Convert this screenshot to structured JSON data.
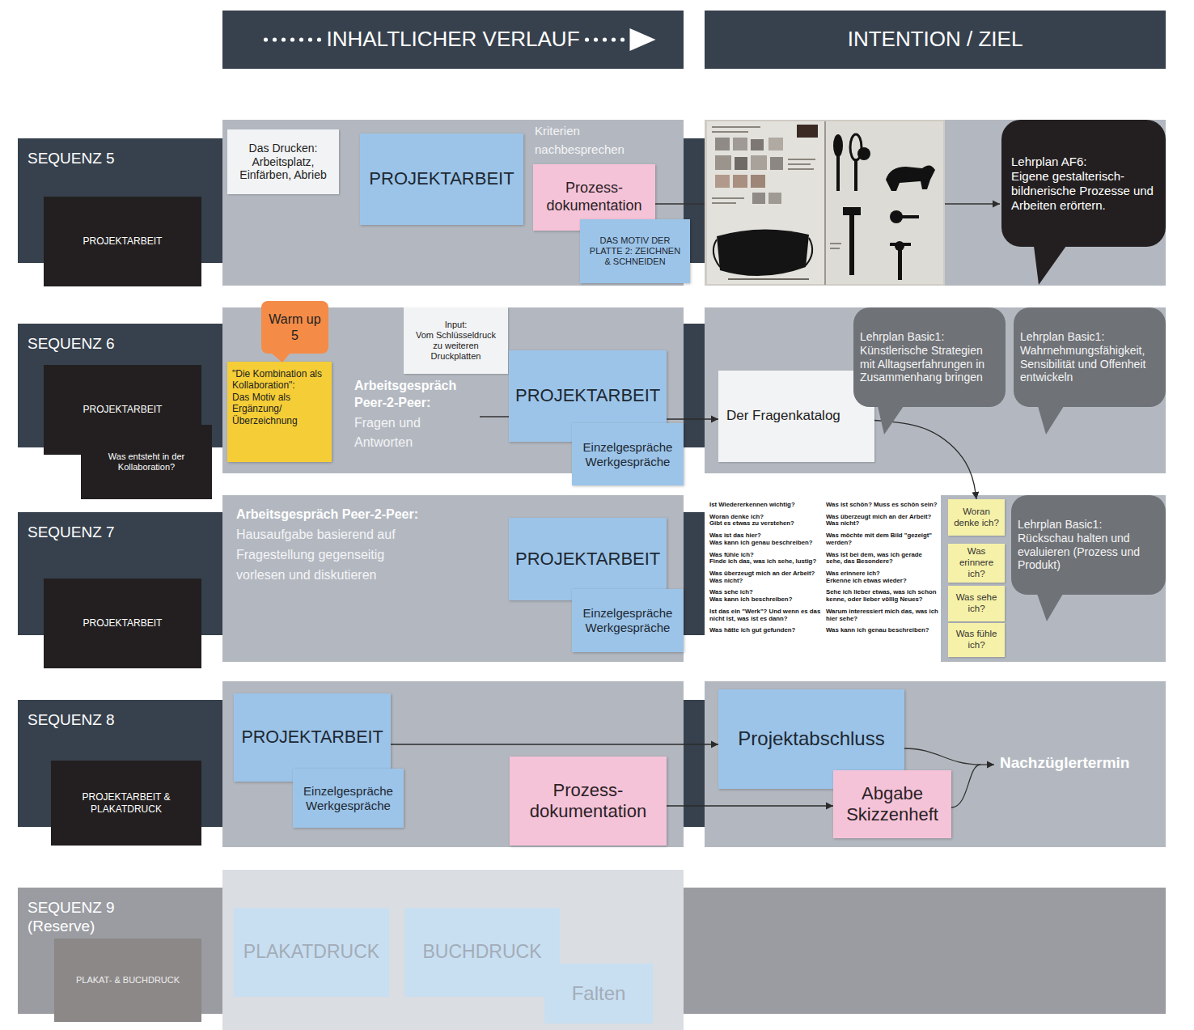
{
  "diagram": {
    "nodes": [
      {
        "text": [
          "INHALTLICHER VERLAUF"
        ]
      },
      {
        "text": [
          "INTENTION / ZIEL"
        ]
      },
      {
        "text": [
          "SEQUENZ 5"
        ]
      },
      {
        "text": [
          "PROJEKTARBEIT"
        ]
      },
      {
        "text": [
          "Das Drucken:",
          "Arbeitsplatz, Einfärben, Abrieb"
        ]
      },
      {
        "text": [
          "PROJEKTARBEIT"
        ]
      },
      {
        "text": [
          "Prozess- dokumentation"
        ]
      },
      {
        "text": [
          "DAS MOTIV DER PLATTE 2: ZEICHNEN & SCHNEIDEN"
        ]
      },
      {
        "text": [
          "Lehrplan AF6:",
          "Eigene gestalterisch- bildnerische Prozesse und Arbeiten erörtern."
        ]
      },
      {
        "text": [
          "SEQUENZ 6"
        ]
      },
      {
        "text": [
          "PROJEKTARBEIT"
        ]
      },
      {
        "text": [
          "Was entsteht in der Kollaboration?"
        ]
      },
      {
        "text": [
          "Warm up 5"
        ]
      },
      {
        "text": [
          "\"Die Kombination als Kollaboration\":",
          "Das Motiv als Ergänzung/ Überzeichnung"
        ]
      },
      {
        "text": [
          "Input:",
          "Vom Schlüsseldruck zu weiteren Druckplatten"
        ]
      },
      {
        "text": [
          "PROJEKTARBEIT"
        ]
      },
      {
        "text": [
          "Einzelgespräche Werkgespräche"
        ]
      },
      {
        "text": [
          "Der Fragenkatalog"
        ]
      },
      {
        "text": [
          "Lehrplan Basic1:",
          "Künstlerische Strategien mit Alltagserfahrungen in Zusammenhang bringen"
        ]
      },
      {
        "text": [
          "Lehrplan Basic1:",
          "Wahrnehmungsfähigkeit, Sensibilität und Offenheit entwickeln"
        ]
      },
      {
        "text": [
          "SEQUENZ 7"
        ]
      },
      {
        "text": [
          "PROJEKTARBEIT"
        ]
      },
      {
        "text": [
          "PROJEKTARBEIT"
        ]
      },
      {
        "text": [
          "Einzelgespräche Werkgespräche"
        ]
      },
      {
        "text": [
          "Woran denke ich?"
        ]
      },
      {
        "text": [
          "Was erinnere ich?"
        ]
      },
      {
        "text": [
          "Was sehe ich?"
        ]
      },
      {
        "text": [
          "Was fühle ich?"
        ]
      },
      {
        "text": [
          "Lehrplan Basic1:",
          "Rückschau halten und evaluieren (Prozess und Produkt)"
        ]
      },
      {
        "text": [
          "SEQUENZ 8"
        ]
      },
      {
        "text": [
          "PROJEKTARBEIT & PLAKATDRUCK"
        ]
      },
      {
        "text": [
          "PROJEKTARBEIT"
        ]
      },
      {
        "text": [
          "Einzelgespräche Werkgespräche"
        ]
      },
      {
        "text": [
          "Prozess- dokumentation"
        ]
      },
      {
        "text": [
          "Projektabschluss"
        ]
      },
      {
        "text": [
          "Abgabe Skizzenheft"
        ]
      },
      {
        "text": [
          "SEQUENZ 9 (Reserve)"
        ]
      },
      {
        "text": [
          "PLAKAT- & BUCHDRUCK"
        ]
      },
      {
        "text": [
          "PLAKATDRUCK"
        ]
      },
      {
        "text": [
          "BUCHDRUCK"
        ]
      },
      {
        "text": [
          "Falten"
        ]
      }
    ],
    "edges": [
      {
        "from": 15,
        "to": 17,
        "arrow": "to"
      },
      {
        "from": 17,
        "to": 24,
        "arrow": "to"
      },
      {
        "from": 31,
        "to": 34,
        "arrow": "to"
      },
      {
        "from": 33,
        "to": 35,
        "arrow": "to"
      }
    ],
    "labels": [
      "Kriterien nachbesprechen",
      "Arbeitsgespräch Peer-2-Peer:",
      "Fragen und Antworten",
      "Arbeitsgespräch Peer-2-Peer:",
      "Hausaufgabe basierend auf Fragestellung gegenseitig vorlesen und diskutieren",
      "Ist Wiedererkennen wichtig?",
      "Woran denke ich?",
      "Gibt es etwas zu verstehen?",
      "Was ist das hier?",
      "Was kann ich genau beschreiben?",
      "Was fühle ich?",
      "Finde ich das, was ich sehe, lustig?",
      "Was überzeugt mich an der Arbeit?",
      "Was nicht?",
      "Was sehe ich?",
      "Was kann ich beschreiben?",
      "Ist das ein \"Werk\"? Und wenn es das nicht ist, was ist es dann?",
      "Was hätte ich gut gefunden?",
      "Was ist schön? Muss es schön sein?",
      "Was überzeugt mich an der Arbeit?",
      "Was nicht?",
      "Was möchte mit dem Bild \"gezeigt\" werden?",
      "Was ist bei dem, was ich gerade sehe, das Besondere?",
      "Was erinnere ich?",
      "Erkenne ich etwas wieder?",
      "Sehe ich lieber etwas, was ich schon kenne, oder lieber völlig Neues?",
      "Warum interessiert mich das, was ich hier sehe?",
      "Was kann ich genau beschreiben?",
      "Nachzüglertermin"
    ]
  }
}
